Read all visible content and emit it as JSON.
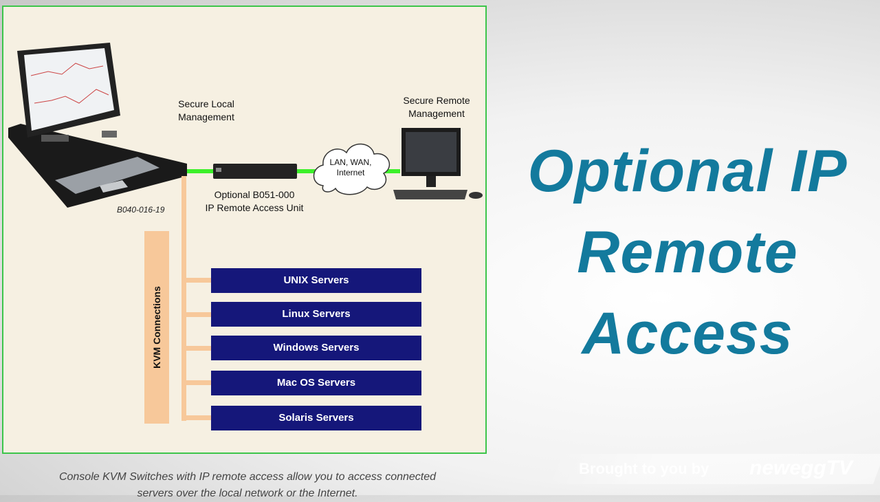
{
  "diagram": {
    "labels": {
      "secure_local": "Secure Local\nManagement",
      "secure_remote": "Secure Remote\nManagement",
      "network": "LAN, WAN,\nInternet",
      "remote_unit": "Optional B051-000\nIP Remote Access Unit",
      "console_model": "B040-016-19",
      "kvm_connections": "KVM Connections"
    },
    "servers": [
      "UNIX Servers",
      "Linux Servers",
      "Windows Servers",
      "Mac OS Servers",
      "Solaris Servers"
    ],
    "colors": {
      "panel_border": "#3cc54a",
      "network_link": "#3cf02a",
      "server_box": "#15177a",
      "kvm_bus": "#f7c89a"
    }
  },
  "caption": "Console KVM Switches with IP remote access allow you to access connected servers over the local network or the Internet.",
  "heading": {
    "line1": "Optional IP",
    "line2": "Remote",
    "line3": "Access",
    "color": "#137a9d"
  },
  "branding": {
    "text": "Brought to you by",
    "logo": "neweggTV"
  }
}
